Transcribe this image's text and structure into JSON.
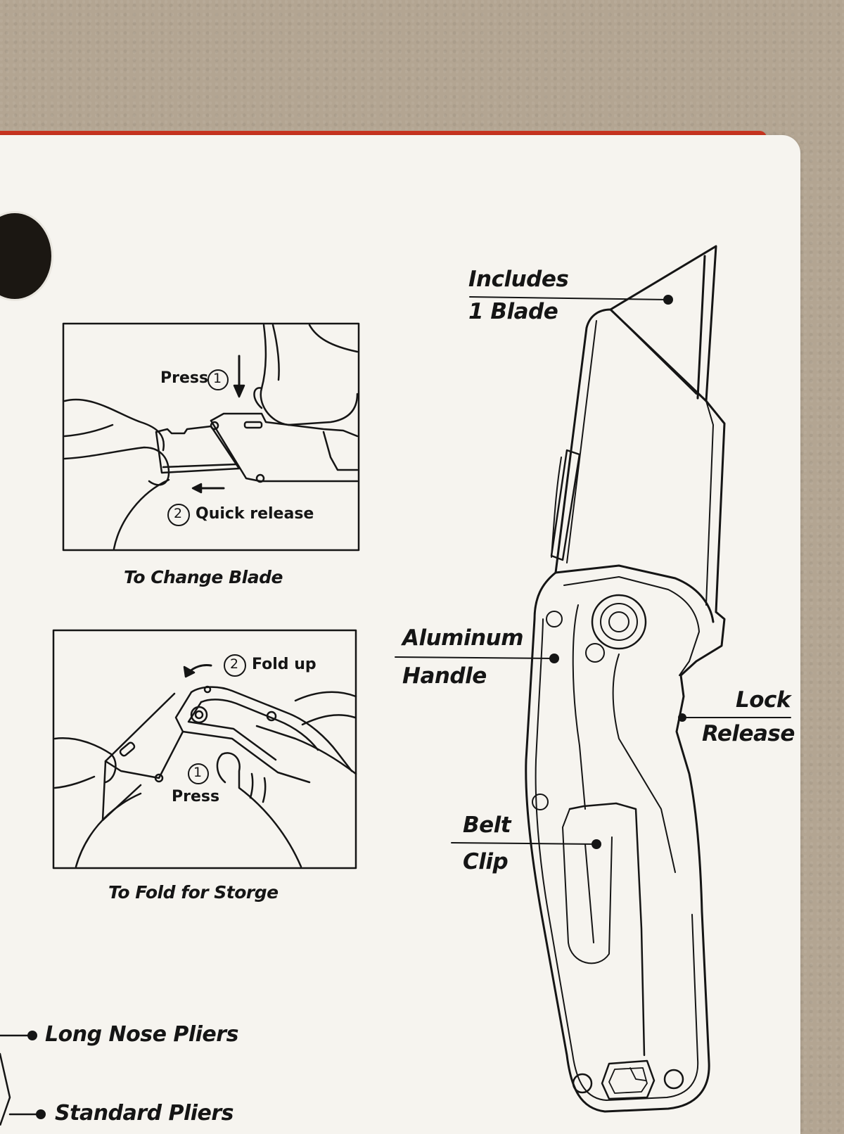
{
  "callouts": {
    "blade_line1": "Includes",
    "blade_line2": "1 Blade",
    "handle_line1": "Aluminum",
    "handle_line2": "Handle",
    "lock_line1": "Lock",
    "lock_line2": "Release",
    "clip_line1": "Belt",
    "clip_line2": "Clip"
  },
  "panels": [
    {
      "caption": "To Change Blade",
      "step1_label": "Press",
      "step1_number": "1",
      "step2_label": "Quick release",
      "step2_number": "2"
    },
    {
      "caption": "To Fold for Storge",
      "step1_label": "Press",
      "step1_number": "1",
      "step2_label": "Fold up",
      "step2_number": "2"
    }
  ],
  "tool_list": [
    "Long Nose Pliers",
    "Standard Pliers"
  ],
  "colors": {
    "card": "#f6f4ef",
    "ink": "#151515",
    "red_edge": "#c8341f",
    "wall": "#b3a592"
  }
}
